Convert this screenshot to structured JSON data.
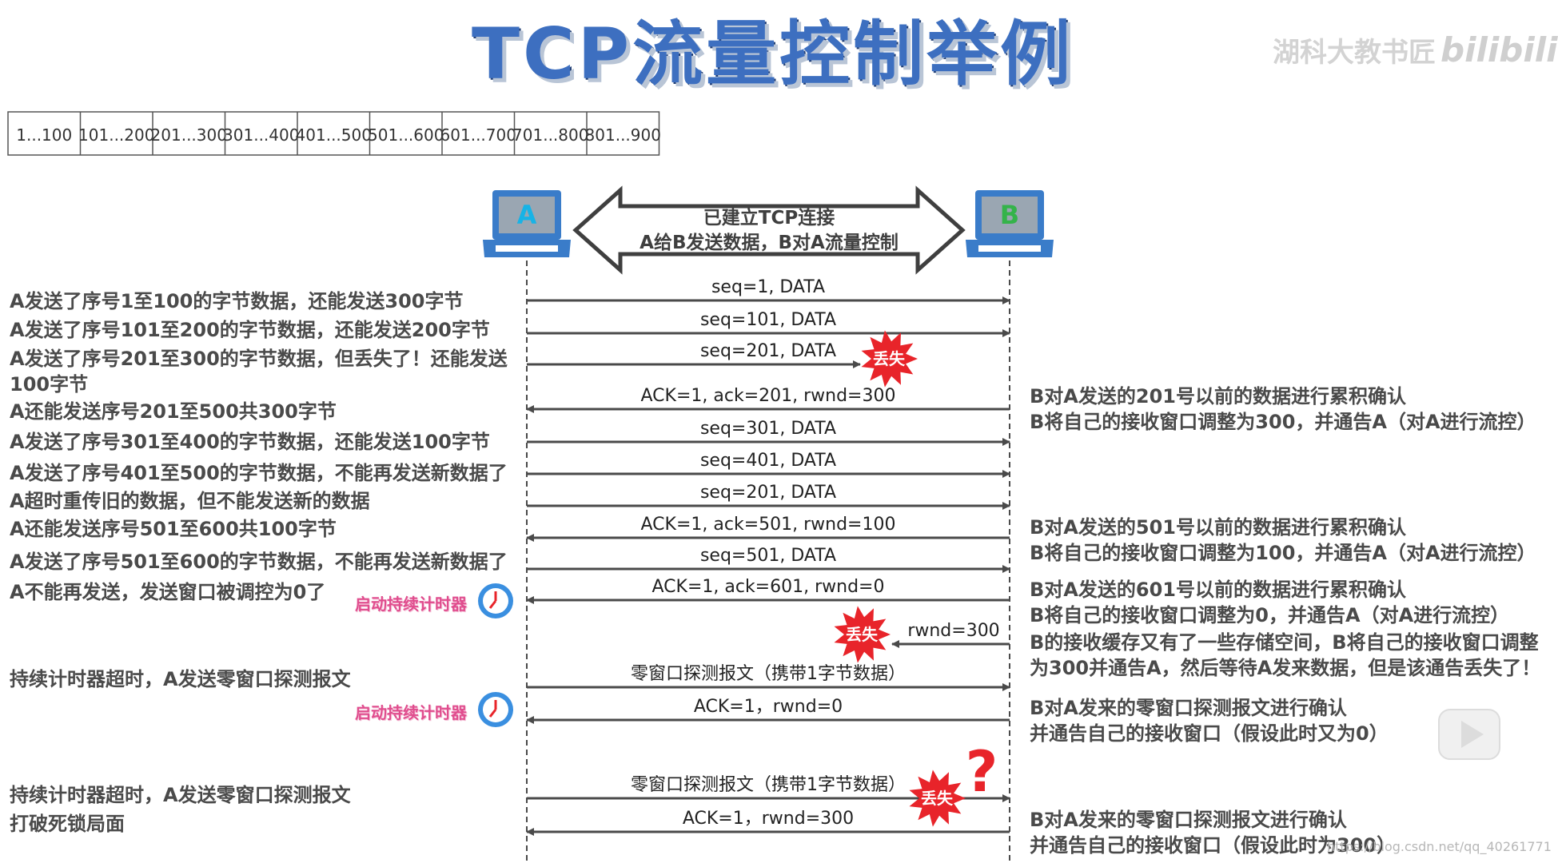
{
  "title": "TCP流量控制举例",
  "watermark": {
    "text": "湖科大教书匠",
    "logo": "bilibili"
  },
  "byte_ranges": [
    "1...100",
    "101...200",
    "201...300",
    "301...400",
    "401...500",
    "501...600",
    "601...700",
    "701...800",
    "801...900"
  ],
  "hosts": {
    "a": "A",
    "b": "B"
  },
  "connection": {
    "line1": "已建立TCP连接",
    "line2": "A给B发送数据，B对A流量控制"
  },
  "messages": [
    {
      "label": "seq=1, DATA",
      "dir": "A→B",
      "lost": false
    },
    {
      "label": "seq=101, DATA",
      "dir": "A→B",
      "lost": false
    },
    {
      "label": "seq=201, DATA",
      "dir": "A→B",
      "lost": true
    },
    {
      "label": "ACK=1, ack=201, rwnd=300",
      "dir": "B→A",
      "lost": false
    },
    {
      "label": "seq=301, DATA",
      "dir": "A→B",
      "lost": false
    },
    {
      "label": "seq=401, DATA",
      "dir": "A→B",
      "lost": false
    },
    {
      "label": "seq=201, DATA",
      "dir": "A→B",
      "lost": false
    },
    {
      "label": "ACK=1, ack=501, rwnd=100",
      "dir": "B→A",
      "lost": false
    },
    {
      "label": "seq=501, DATA",
      "dir": "A→B",
      "lost": false
    },
    {
      "label": "ACK=1, ack=601, rwnd=0",
      "dir": "B→A",
      "lost": false
    },
    {
      "label": "rwnd=300",
      "dir": "B→A",
      "lost": true
    },
    {
      "label": "零窗口探测报文（携带1字节数据）",
      "dir": "A→B",
      "lost": false
    },
    {
      "label": "ACK=1，rwnd=0",
      "dir": "B→A",
      "lost": false
    },
    {
      "label": "零窗口探测报文（携带1字节数据）",
      "dir": "A→B",
      "lost": true
    },
    {
      "label": "ACK=1，rwnd=300",
      "dir": "B→A",
      "lost": false
    }
  ],
  "lost_label": "丢失",
  "question_mark": "?",
  "left_notes": [
    "A发送了序号1至100的字节数据，还能发送300字节",
    "A发送了序号101至200的字节数据，还能发送200字节",
    "A发送了序号201至300的字节数据，但丢失了！还能发送",
    "100字节",
    "A还能发送序号201至500共300字节",
    "A发送了序号301至400的字节数据，还能发送100字节",
    "A发送了序号401至500的字节数据，不能再发送新数据了",
    "A超时重传旧的数据，但不能发送新的数据",
    "A还能发送序号501至600共100字节",
    "A发送了序号501至600的字节数据，不能再发送新数据了",
    "A不能再发送，发送窗口被调控为0了",
    "持续计时器超时，A发送零窗口探测报文",
    "持续计时器超时，A发送零窗口探测报文",
    "打破死锁局面"
  ],
  "timer_label": "启动持续计时器",
  "right_notes": [
    "B对A发送的201号以前的数据进行累积确认",
    "B将自己的接收窗口调整为300，并通告A（对A进行流控）",
    "B对A发送的501号以前的数据进行累积确认",
    "B将自己的接收窗口调整为100，并通告A（对A进行流控）",
    "B对A发送的601号以前的数据进行累积确认",
    "B将自己的接收窗口调整为0，并通告A（对A进行流控）",
    "B的接收缓存又有了一些存储空间，B将自己的接收窗口调整",
    "为300并通告A，然后等待A发来数据，但是该通告丢失了！",
    "B对A发来的零窗口探测报文进行确认",
    "并通告自己的接收窗口（假设此时又为0）",
    "B对A发来的零窗口探测报文进行确认",
    "并通告自己的接收窗口（假设此时为300）"
  ],
  "credit": "https://blog.csdn.net/qq_40261771",
  "colors": {
    "title": "#3d6fc0",
    "host_frame": "#3a7cc9",
    "host_a_letter": "#17b3e6",
    "host_b_letter": "#34b34a",
    "arrow": "#4a4a4a",
    "lost_burst": "#e8242a",
    "timer": "#3a8fe0",
    "timer_label": "#e04d8e"
  }
}
